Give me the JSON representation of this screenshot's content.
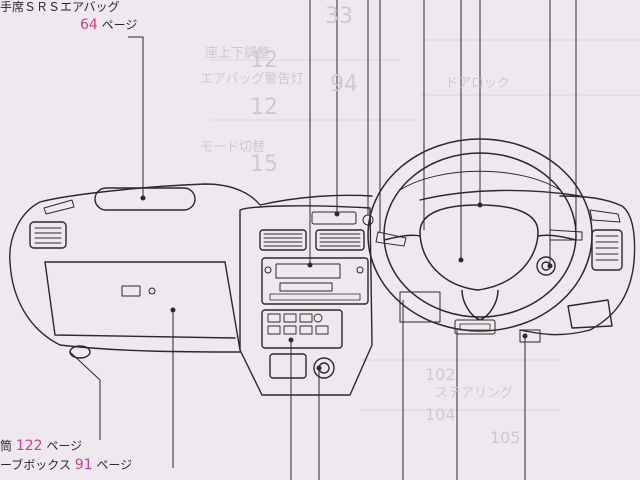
{
  "callouts": {
    "top_left": {
      "text_prefix": "手席ＳＲＳエアバッグ",
      "page": "64",
      "suffix": "ページ"
    },
    "bottom_1": {
      "text_prefix": "筒",
      "page": "122",
      "suffix": "ページ"
    },
    "bottom_2": {
      "text_prefix": "ーブボックス",
      "page": "91",
      "suffix": "ページ"
    }
  },
  "bleed_through": {
    "numbers": [
      "12",
      "12",
      "15",
      "33",
      "94",
      "102",
      "104",
      "105"
    ],
    "texts": [
      "座上下調整",
      "エアバッグ警告灯",
      "モード切替",
      "ドアロック",
      "ステアリング"
    ]
  },
  "colors": {
    "page_background": "#eee9ef",
    "line_art": "#2a2a2a",
    "page_number": "#d63a8a"
  }
}
